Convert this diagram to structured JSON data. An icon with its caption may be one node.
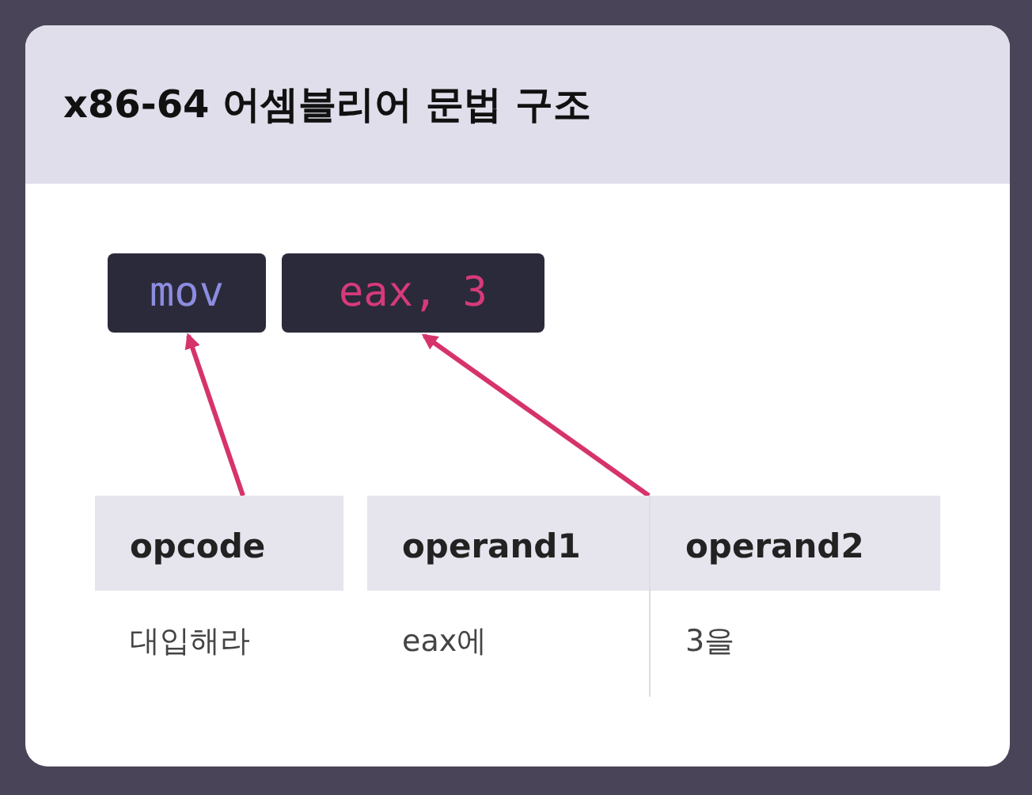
{
  "diagram": {
    "title": "x86-64 어셈블리어 문법 구조",
    "nodes": [
      {
        "text": [
          "mov"
        ]
      },
      {
        "text": [
          "eax, 3"
        ]
      },
      {
        "text": [
          "opcode",
          "대입해라"
        ]
      },
      {
        "text": [
          "operand1",
          "eax에"
        ]
      },
      {
        "text": [
          "operand2",
          "3을"
        ]
      }
    ],
    "edges": [
      {
        "from": 2,
        "to": 0,
        "arrow": "to"
      },
      {
        "from": 3,
        "to": 1,
        "arrow": "to"
      },
      {
        "from": 4,
        "to": 1,
        "arrow": "to"
      }
    ]
  }
}
